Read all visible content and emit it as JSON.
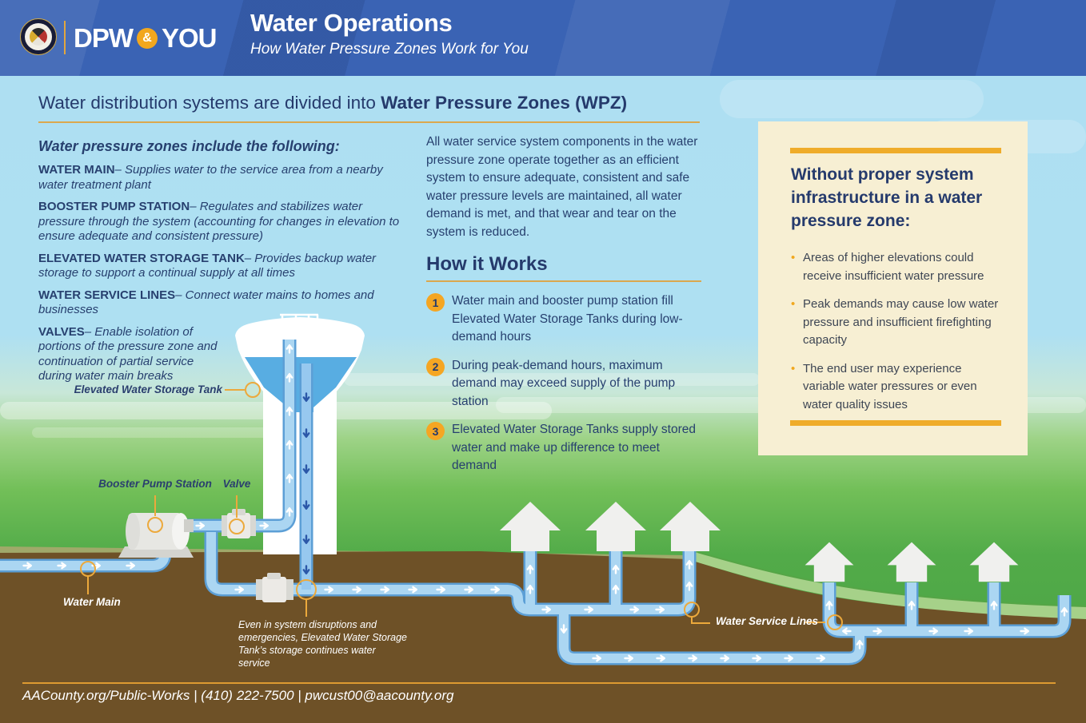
{
  "header": {
    "logo": {
      "dpw": "DPW",
      "amp": "&",
      "you": "YOU"
    },
    "title": "Water Operations",
    "subtitle": "How Water Pressure Zones Work for You"
  },
  "intro": {
    "heading_normal": "Water distribution systems are divided into ",
    "heading_bold": "Water Pressure Zones (WPZ)"
  },
  "definitions": {
    "heading": "Water pressure zones include the following:",
    "items": [
      {
        "term": "WATER MAIN",
        "desc": "– Supplies water to the service area from a nearby water treatment plant"
      },
      {
        "term": "BOOSTER PUMP STATION",
        "desc": "– Regulates and stabilizes water pressure through the system (accounting for changes in elevation to ensure adequate and consistent pressure)"
      },
      {
        "term": "ELEVATED WATER STORAGE TANK",
        "desc": "– Provides backup water storage to support a continual supply at all times"
      },
      {
        "term": "WATER SERVICE LINES",
        "desc": "– Connect water mains to homes and businesses"
      },
      {
        "term": "VALVES",
        "desc": "– Enable isolation of portions of the pressure zone and continuation of partial service during water main breaks"
      }
    ]
  },
  "overview": {
    "paragraph": "All water service system components in the water pressure zone operate together as an efficient system to ensure adequate, consistent and safe water pressure levels are maintained, all water demand is met, and that wear and tear on the system is reduced."
  },
  "how_it_works": {
    "heading": "How it Works",
    "steps": [
      {
        "num": "1",
        "text": "Water main and booster pump station fill Elevated Water Storage Tanks during low-demand hours"
      },
      {
        "num": "2",
        "text": "During peak-demand hours, maximum demand may exceed supply of the pump station"
      },
      {
        "num": "3",
        "text": "Elevated Water Storage Tanks supply stored water and make up difference to meet demand"
      }
    ]
  },
  "sidebar": {
    "heading": "Without proper system infrastructure in a water pressure zone:",
    "bullets": [
      "Areas of higher elevations could receive insufficient water pressure",
      "Peak demands may cause low water pressure and insufficient firefighting capacity",
      "The end user may experience variable water pressures or even water quality issues"
    ]
  },
  "diagram_labels": {
    "tank": "Elevated Water Storage Tank",
    "pump": "Booster Pump Station",
    "valve": "Valve",
    "water_main": "Water Main",
    "service_lines": "Water Service Lines",
    "note": "Even in system disruptions and emergencies, Elevated Water Storage Tank’s storage continues water service"
  },
  "footer": {
    "text": "AACounty.org/Public-Works | (410) 222-7500 | pwcust00@aacounty.org"
  },
  "colors": {
    "header_blue": "#3a63b4",
    "navy_text": "#253a6c",
    "gold_accent": "#f0a81f",
    "gold_rule": "#dba84e",
    "sky_blue": "#aedff2",
    "sidebar_cream": "#f7efd3",
    "pipe_blue": "#abd6f2",
    "pipe_edge_blue": "#5c9fd6",
    "tank_water_blue": "#58ade2",
    "grass_green": "#5cb14e",
    "soil_brown": "#6e5127",
    "house_white": "#f0f0ee"
  }
}
